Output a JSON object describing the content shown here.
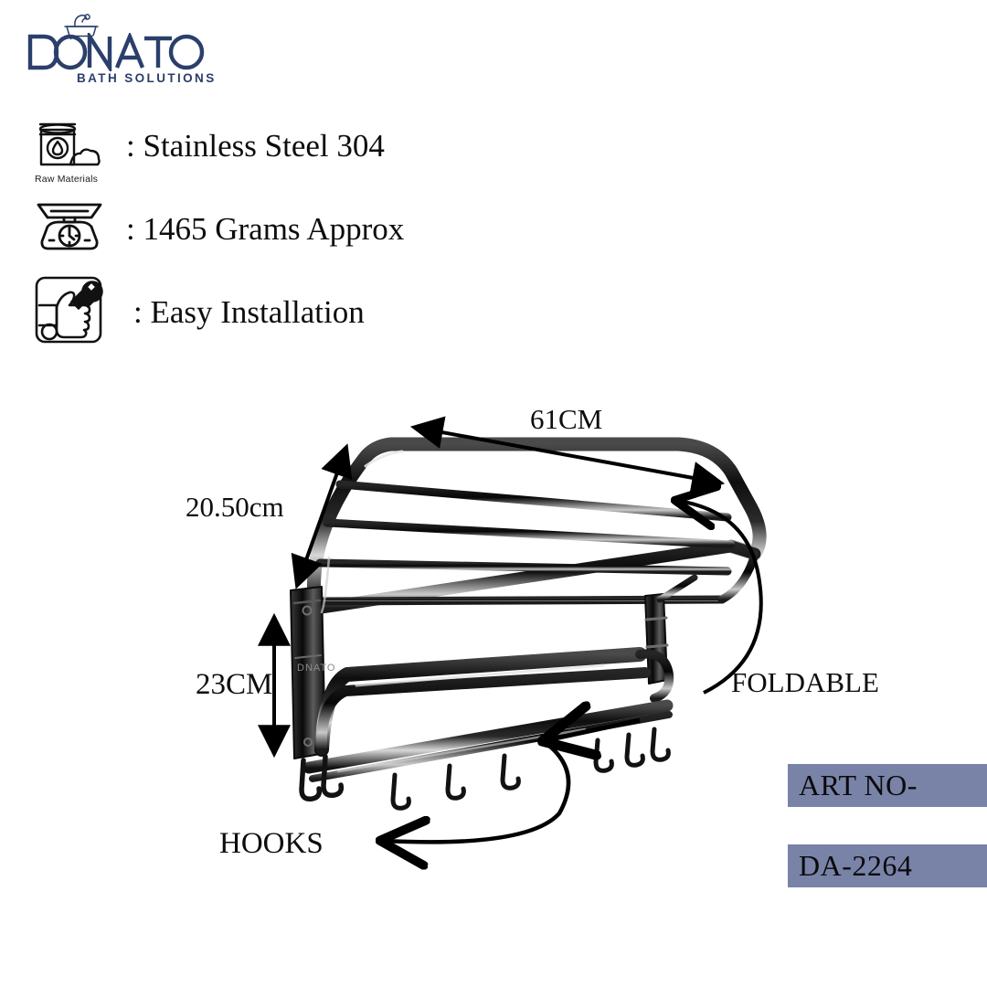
{
  "brand": {
    "name": "DONATO",
    "tagline": "BATH SOLUTIONS",
    "logo_color": "#2b3f6b",
    "tub_icon": "bathtub-icon"
  },
  "features": [
    {
      "icon": "raw-materials-barrel-icon",
      "caption": "Raw Materials",
      "text": ": Stainless Steel 304"
    },
    {
      "icon": "weight-scale-icon",
      "caption": "",
      "text": ": 1465 Grams Approx"
    },
    {
      "icon": "easy-installation-hand-wrench-icon",
      "caption": "",
      "text": ": Easy Installation"
    }
  ],
  "product": {
    "image": "folding-towel-rack-photo",
    "dimensions": {
      "width": "61CM",
      "depth": "20.50cm",
      "height": "23CM"
    },
    "callouts": {
      "foldable": "FOLDABLE",
      "hooks": "HOOKS"
    }
  },
  "art_number": {
    "label": "ART NO-",
    "value": "DA-2264",
    "badge_color": "#7983a8"
  }
}
